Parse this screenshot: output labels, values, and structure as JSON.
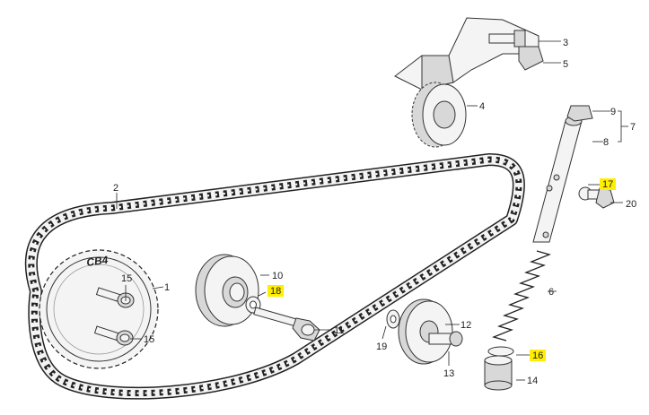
{
  "sprocket_mark": "CB4",
  "highlight_color": "#ffee00",
  "labels": {
    "l1": "1",
    "l2": "2",
    "l3": "3",
    "l4": "4",
    "l5": "5",
    "l6": "6",
    "l7": "7",
    "l8": "8",
    "l9": "9",
    "l10": "10",
    "l11": "11",
    "l12": "12",
    "l13": "13",
    "l14": "14",
    "l15a": "15",
    "l15b": "15",
    "l16": "16",
    "l17": "17",
    "l18": "18",
    "l19": "19",
    "l20": "20"
  },
  "highlighted": [
    "16",
    "17",
    "18"
  ]
}
